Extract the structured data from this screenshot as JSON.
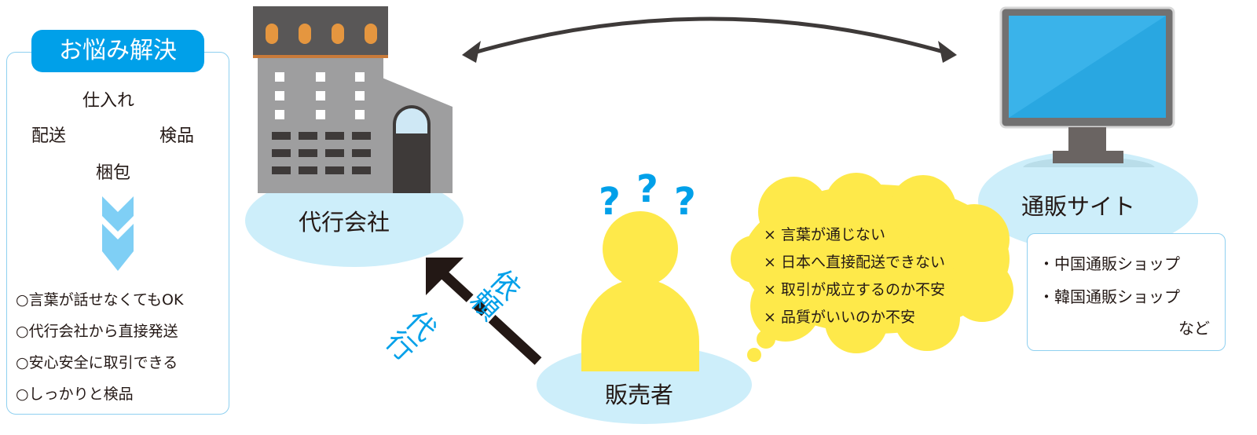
{
  "left_panel": {
    "title": "お悩み解決",
    "tasks": [
      "仕入れ",
      "配送",
      "検品",
      "梱包"
    ],
    "solutions": [
      "○言葉が話せなくてもOK",
      "○代行会社から直接発送",
      "○安心安全に取引できる",
      "○しっかりと検品"
    ]
  },
  "agency": {
    "label": "代行会社"
  },
  "shop": {
    "label": "通販サイト",
    "items": [
      "・中国通販ショップ",
      "・韓国通販ショップ"
    ],
    "etc": "など"
  },
  "seller": {
    "label": "販売者",
    "question_marks": [
      "?",
      "?",
      "?"
    ]
  },
  "worries": [
    "× 言葉が通じない",
    "× 日本へ直接配送できない",
    "× 取引が成立するのか不安",
    "× 品質がいいのか不安"
  ],
  "request_arrow": {
    "line1": "代行",
    "line2": "依頼"
  },
  "colors": {
    "accent": "#00a0e9",
    "light_blue": "#cdeefa",
    "yellow": "#fee94a",
    "chevron": "#7fcff5"
  }
}
